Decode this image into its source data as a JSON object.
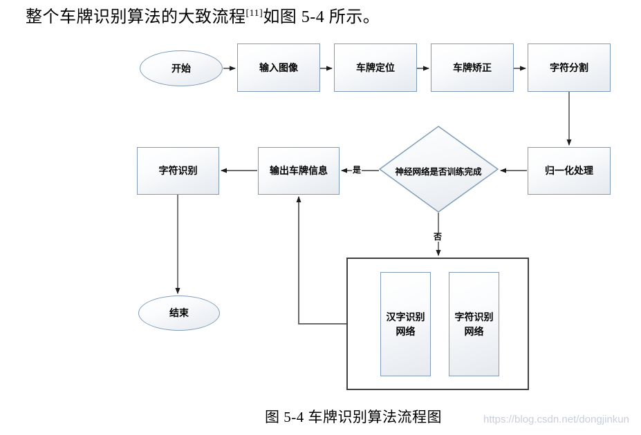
{
  "heading": {
    "text_before_sup": "整个车牌识别算法的大致流程",
    "superscript": "[11]",
    "text_after_sup": "如图 5-4 所示。"
  },
  "flowchart": {
    "nodes": {
      "start": {
        "label": "开始",
        "shape": "ellipse"
      },
      "input_image": {
        "label": "输入图像",
        "shape": "rect"
      },
      "plate_locate": {
        "label": "车牌定位",
        "shape": "rect"
      },
      "plate_correct": {
        "label": "车牌矫正",
        "shape": "rect"
      },
      "char_segment": {
        "label": "字符分割",
        "shape": "rect"
      },
      "normalize": {
        "label": "归一化处理",
        "shape": "rect"
      },
      "decision": {
        "label": "神经网络是否训练完成",
        "shape": "diamond"
      },
      "output_info": {
        "label": "输出车牌信息",
        "shape": "rect"
      },
      "char_recognize": {
        "label": "字符识别",
        "shape": "rect"
      },
      "end": {
        "label": "结束",
        "shape": "ellipse"
      },
      "hanzi_network": {
        "label": "汉字识别网络",
        "shape": "rect"
      },
      "char_network": {
        "label": "字符识别网络",
        "shape": "rect"
      }
    },
    "edge_labels": {
      "yes": "是",
      "no": "否"
    },
    "colors": {
      "node_border": "#7e9cba",
      "node_fill_bottom": "#e6eaef",
      "container_border": "#3f3f3f",
      "arrow": "#3f3f3f",
      "text": "#000000",
      "watermark": "#c9cedd"
    }
  },
  "caption": "图 5-4  车牌识别算法流程图",
  "watermark": "https://blog.csdn.net/dongjinkun"
}
